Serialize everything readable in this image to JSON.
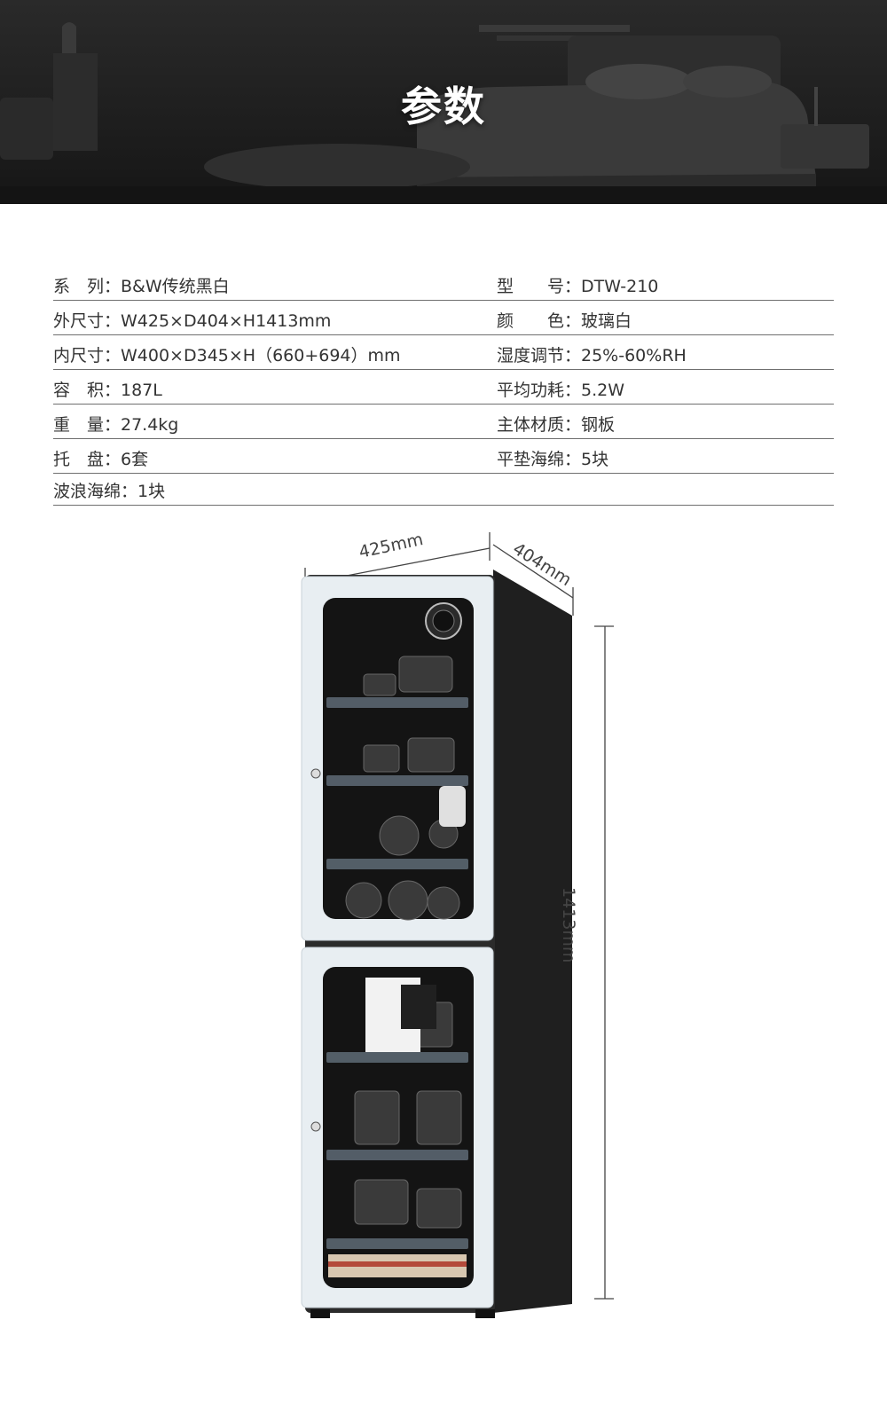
{
  "banner": {
    "title": "参数"
  },
  "specs": {
    "rows": [
      {
        "left": "系　列：B&W传统黑白",
        "right": "型　　号：DTW-210"
      },
      {
        "left": "外尺寸：W425×D404×H1413mm",
        "right": "颜　　色：玻璃白"
      },
      {
        "left": "内尺寸：W400×D345×H（660+694）mm",
        "right": "湿度调节：25%-60%RH"
      },
      {
        "left": "容　积：187L",
        "right": "平均功耗：5.2W"
      },
      {
        "left": "重　量：27.4kg",
        "right": "主体材质：钢板"
      },
      {
        "left": "托　盘：6套",
        "right": "平垫海绵：5块"
      },
      {
        "left": "波浪海绵：1块",
        "right": ""
      }
    ]
  },
  "dimensions": {
    "width": "425mm",
    "depth": "404mm",
    "height": "1413mm"
  },
  "colors": {
    "banner_bg": "#1f1f1f",
    "cabinet_body": "#2b2b2b",
    "cabinet_frame": "#e8eef2",
    "line": "#6f6f6f"
  }
}
